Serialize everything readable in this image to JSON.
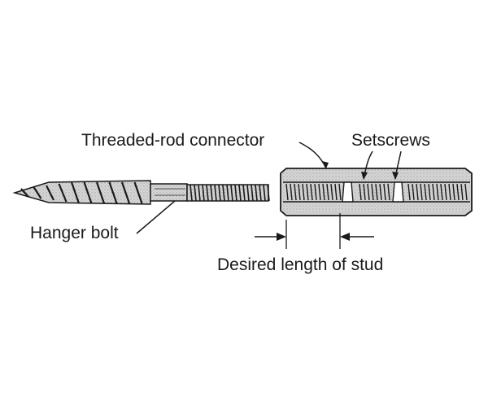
{
  "labels": {
    "connector": "Threaded-rod connector",
    "setscrews": "Setscrews",
    "hanger_bolt": "Hanger bolt",
    "stud_length": "Desired length of stud"
  },
  "colors": {
    "ink": "#1a1a1a",
    "metal_fill": "#cfcfcf",
    "background": "#ffffff"
  }
}
